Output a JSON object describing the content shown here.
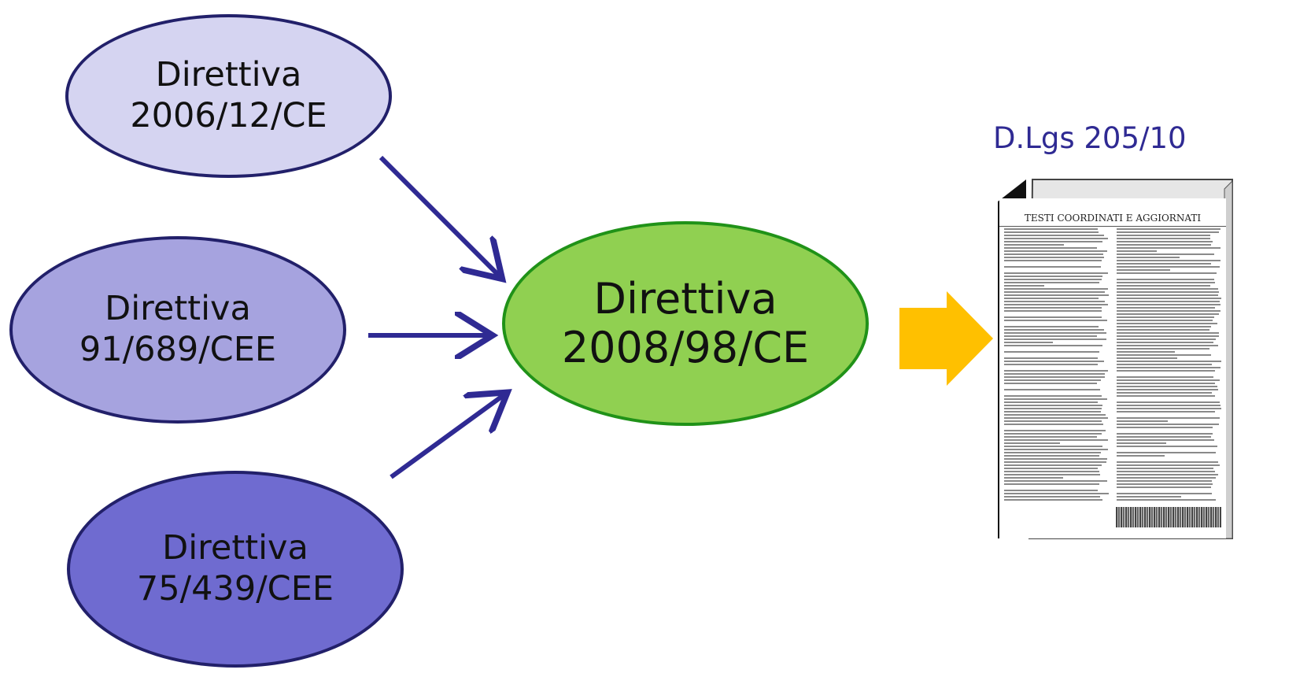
{
  "nodes": {
    "n1": {
      "line1": "Direttiva",
      "line2": "2006/12/CE",
      "fill": "#d5d4f1"
    },
    "n2": {
      "line1": "Direttiva",
      "line2": "91/689/CEE",
      "fill": "#a6a3df"
    },
    "n3": {
      "line1": "Direttiva",
      "line2": "75/439/CEE",
      "fill": "#6f6bd0"
    },
    "center": {
      "line1": "Direttiva",
      "line2": "2008/98/CE",
      "fill": "#90d051"
    }
  },
  "document": {
    "title": "D.Lgs 205/10",
    "heading": "TESTI COORDINATI E AGGIORNATI"
  },
  "colors": {
    "edge": "#2f2a93",
    "node_border": "#22206a",
    "center_border": "#209218",
    "output_arrow": "#ffc000",
    "title_text": "#2f2a93"
  }
}
